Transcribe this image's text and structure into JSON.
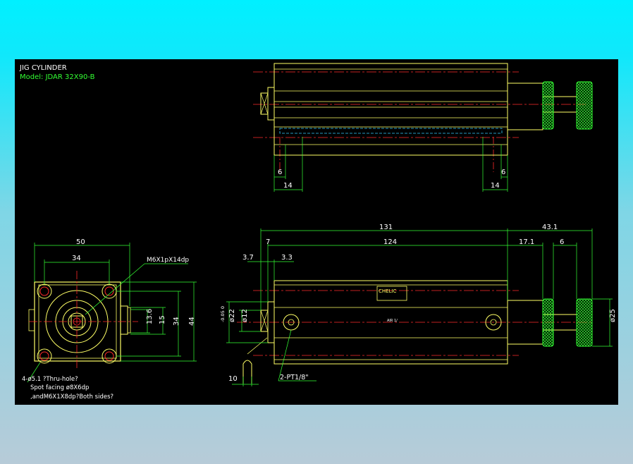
{
  "title_block": {
    "title": "JIG CYLINDER",
    "model": "Model: JDAR 32X90-B"
  },
  "dimensions": {
    "top_left_6": "6",
    "top_left_14": "14",
    "top_right_6": "6",
    "top_right_14": "14",
    "end_width_50": "50",
    "end_width_34": "34",
    "end_height_44": "44",
    "end_height_34": "34",
    "end_height_15": "15",
    "end_height_13_6": "13.6",
    "side_total_131": "131",
    "side_body_124": "124",
    "side_7": "7",
    "side_3_7": "3.7",
    "side_3_3": "3.3",
    "side_rod_43_1": "43.1",
    "side_rod_17_1": "17.1",
    "side_rod_6": "6",
    "dia_22": "ø22",
    "dia_22_tol": "-0.05 0",
    "dia_12": "ø12",
    "dia_25": "ø25",
    "offset_10": "10"
  },
  "notes": {
    "thread_callout": "M6X1pX14dp",
    "port_callout": "2-PT1/8\"",
    "hole_note_1": "4-ø5.1 ?Thru-hole?",
    "hole_note_2": "Spot facing ø8X6dp",
    "hole_note_3": ",andM6X1X8dp?Both sides?",
    "logo_text": "CHELIC",
    "small_label": "AIR 1/"
  },
  "colors": {
    "background": "#000000",
    "outline": "#ffff66",
    "dimension": "#33ff33",
    "centerline": "#ff2a2a",
    "hidden": "#33ccff",
    "text": "#ffffff"
  }
}
